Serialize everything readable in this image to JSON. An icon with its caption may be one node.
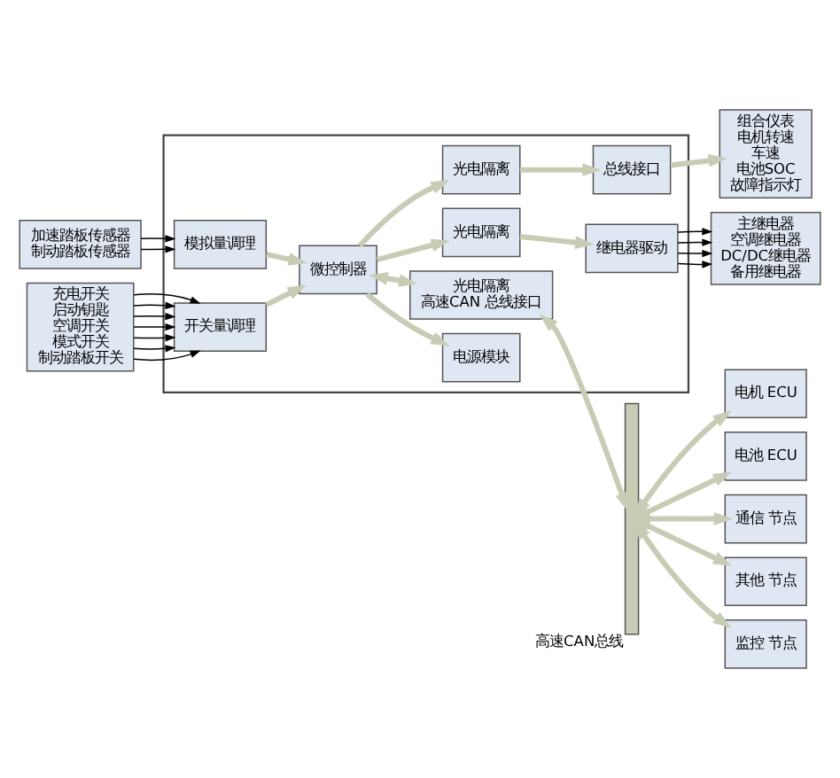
{
  "diagram": {
    "nodes": [
      {
        "text": [],
        "shape": "box"
      },
      {
        "text": [
          "电源模块"
        ],
        "in": 0
      },
      {
        "text": [
          "微控制器"
        ],
        "in": 0
      },
      {
        "text": [
          "模拟量调理"
        ],
        "in": 0
      },
      {
        "text": [
          "开关量调理"
        ],
        "in": 0
      },
      {
        "text": [
          "光电隔离"
        ],
        "in": 0
      },
      {
        "text": [
          "总线接口"
        ],
        "in": 0
      },
      {
        "text": [
          "光电隔离"
        ],
        "in": 0
      },
      {
        "text": [
          "继电器驱动"
        ],
        "in": 0
      },
      {
        "text": [
          "光电隔离",
          "高速CAN 总线接口"
        ],
        "in": 0
      },
      {
        "text": [
          "加速踏板传感器",
          "制动踏板传感器"
        ]
      },
      {
        "text": [
          "充电开关",
          "启动钥匙",
          "空调开关",
          "模式开关",
          "制动踏板开关"
        ]
      },
      {
        "text": [
          "组合仪表",
          "电机转速",
          "车速",
          "电池SOC",
          "故障指示灯"
        ]
      },
      {
        "text": [
          "主继电器",
          "空调继电器",
          "DC/DC继电器",
          "备用继电器"
        ]
      },
      {
        "text": [],
        "shape": "bar",
        "beside": [
          "高速CAN总线"
        ]
      },
      {
        "text": [
          "电机 ECU"
        ]
      },
      {
        "text": [
          "电池 ECU"
        ]
      },
      {
        "text": [
          "通信 节点"
        ]
      },
      {
        "text": [
          "其他 节点"
        ]
      },
      {
        "text": [
          "监控 节点"
        ]
      }
    ],
    "edges": [
      {
        "from": 2,
        "to": 1,
        "arrow": "to"
      },
      {
        "from": 10,
        "to": 3,
        "arrow": "to",
        "color": "#000000"
      },
      {
        "from": 10,
        "to": 3,
        "arrow": "to",
        "color": "#000000"
      },
      {
        "from": 11,
        "to": 4,
        "arrow": "to",
        "color": "#000000"
      },
      {
        "from": 11,
        "to": 4,
        "arrow": "to",
        "color": "#000000"
      },
      {
        "from": 11,
        "to": 4,
        "arrow": "to",
        "color": "#000000"
      },
      {
        "from": 11,
        "to": 4,
        "arrow": "to",
        "color": "#000000"
      },
      {
        "from": 11,
        "to": 4,
        "arrow": "to",
        "color": "#000000"
      },
      {
        "from": 11,
        "to": 4,
        "arrow": "to",
        "color": "#000000"
      },
      {
        "from": 11,
        "to": 4,
        "arrow": "to",
        "color": "#000000"
      },
      {
        "from": 3,
        "to": 2,
        "arrow": "to"
      },
      {
        "from": 4,
        "to": 2,
        "arrow": "to"
      },
      {
        "from": 2,
        "to": 5,
        "arrow": "to"
      },
      {
        "from": 5,
        "to": 6,
        "arrow": "to"
      },
      {
        "from": 6,
        "to": 12,
        "arrow": "to"
      },
      {
        "from": 2,
        "to": 7,
        "arrow": "to"
      },
      {
        "from": 7,
        "to": 8,
        "arrow": "to"
      },
      {
        "from": 8,
        "to": 13,
        "arrow": "to",
        "color": "#000000"
      },
      {
        "from": 8,
        "to": 13,
        "arrow": "to",
        "color": "#000000"
      },
      {
        "from": 8,
        "to": 13,
        "arrow": "to",
        "color": "#000000"
      },
      {
        "from": 8,
        "to": 13,
        "arrow": "to",
        "color": "#000000"
      },
      {
        "from": 2,
        "to": 9,
        "arrow": "both"
      },
      {
        "from": 9,
        "to": 14,
        "arrow": "both"
      },
      {
        "from": 14,
        "to": 15,
        "arrow": "both"
      },
      {
        "from": 14,
        "to": 16,
        "arrow": "both"
      },
      {
        "from": 14,
        "to": 17,
        "arrow": "both"
      },
      {
        "from": 14,
        "to": 18,
        "arrow": "both"
      },
      {
        "from": 14,
        "to": 19,
        "arrow": "both"
      }
    ]
  }
}
